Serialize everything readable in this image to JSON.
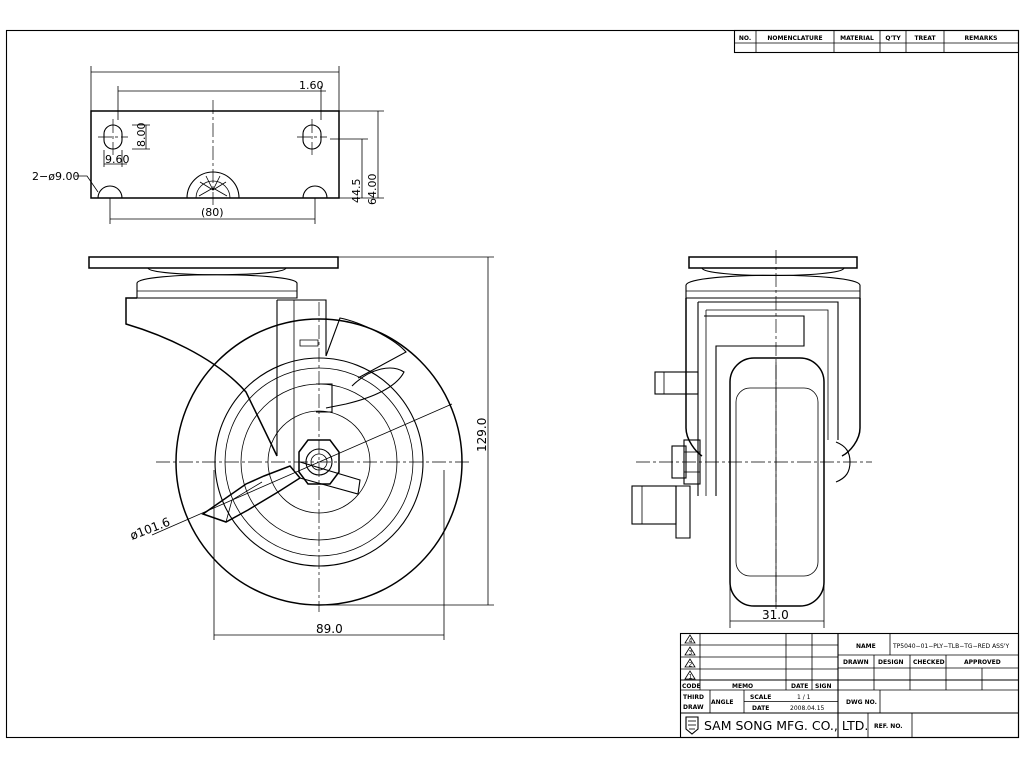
{
  "top_view": {
    "dim_1_60": "1.60",
    "dim_8_00": "8.00",
    "dim_9_60": "9.60",
    "dim_holes": "2−ø9.00",
    "dim_80": "(80)",
    "dim_44_5": "44.5",
    "dim_64_00": "64.00"
  },
  "front_view": {
    "dim_101_6": "ø101.6",
    "dim_129_0": "129.0",
    "dim_89_0": "89.0"
  },
  "side_view": {
    "dim_31_0": "31.0"
  },
  "parts_list": {
    "headers": [
      "NO.",
      "NOMENCLATURE",
      "MATERIAL",
      "Q'TY",
      "TREAT",
      "REMARKS"
    ]
  },
  "title_block": {
    "revision_marks": [
      "4",
      "3",
      "2",
      "1"
    ],
    "name_label": "NAME",
    "name_value": "TP5040−01−PLY−TLB−TG−RED ASS'Y",
    "drawn": "DRAWN",
    "design": "DESIGN",
    "checked": "CHECKED",
    "approved": "APPROVED",
    "code": "CODE",
    "memo": "MEMO",
    "date": "DATE",
    "sign": "SIGN",
    "third": "THIRD",
    "draw": "DRAW",
    "angle": "ANGLE",
    "scale_label": "SCALE",
    "scale_value": "1  /  1",
    "date_label": "DATE",
    "date_value": "2008.04.15",
    "dwg_no": "DWG NO.",
    "company": "SAM SONG MFG. CO., LTD.",
    "ref_no": "REF. NO."
  }
}
